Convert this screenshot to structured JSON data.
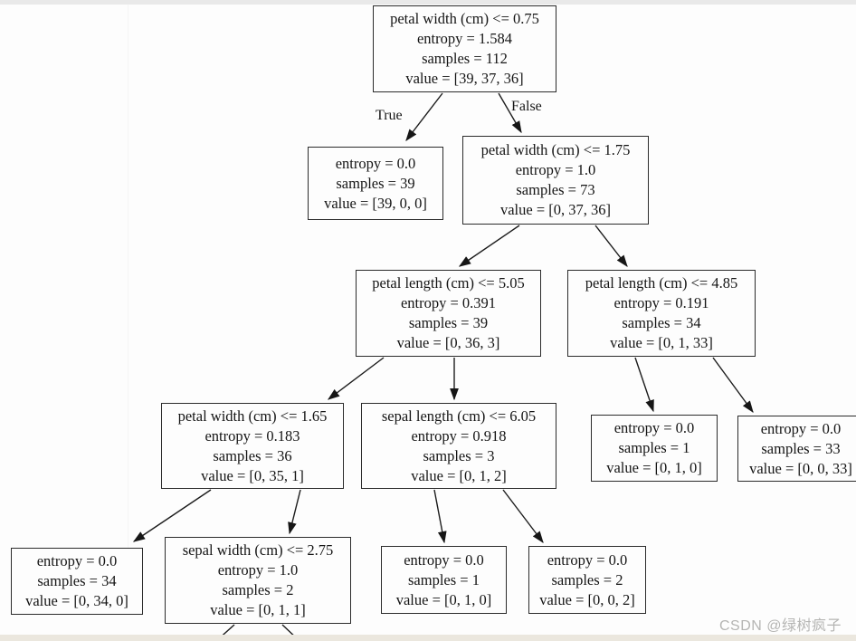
{
  "edge_labels": {
    "true_branch": "True",
    "false_branch": "False"
  },
  "watermark": "CSDN @绿树疯子",
  "nodes": [
    {
      "id": "root",
      "lines": [
        "petal width (cm) <= 0.75",
        "entropy = 1.584",
        "samples = 112",
        "value = [39, 37, 36]"
      ]
    },
    {
      "id": "leaf-setosa",
      "lines": [
        "entropy = 0.0",
        "samples = 39",
        "value = [39, 0, 0]"
      ]
    },
    {
      "id": "pw-1-75",
      "lines": [
        "petal width (cm) <= 1.75",
        "entropy = 1.0",
        "samples = 73",
        "value = [0, 37, 36]"
      ]
    },
    {
      "id": "pl-5-05",
      "lines": [
        "petal length (cm) <= 5.05",
        "entropy = 0.391",
        "samples = 39",
        "value = [0, 36, 3]"
      ]
    },
    {
      "id": "pl-4-85",
      "lines": [
        "petal length (cm) <= 4.85",
        "entropy = 0.191",
        "samples = 34",
        "value = [0, 1, 33]"
      ]
    },
    {
      "id": "pw-1-65",
      "lines": [
        "petal width (cm) <= 1.65",
        "entropy = 0.183",
        "samples = 36",
        "value = [0, 35, 1]"
      ]
    },
    {
      "id": "sl-6-05",
      "lines": [
        "sepal length (cm) <= 6.05",
        "entropy = 0.918",
        "samples = 3",
        "value = [0, 1, 2]"
      ]
    },
    {
      "id": "leaf-0-1-0a",
      "lines": [
        "entropy = 0.0",
        "samples = 1",
        "value = [0, 1, 0]"
      ]
    },
    {
      "id": "leaf-0-0-33",
      "lines": [
        "entropy = 0.0",
        "samples = 33",
        "value = [0, 0, 33]"
      ]
    },
    {
      "id": "leaf-0-34-0",
      "lines": [
        "entropy = 0.0",
        "samples = 34",
        "value = [0, 34, 0]"
      ]
    },
    {
      "id": "sw-2-75",
      "lines": [
        "sepal width (cm) <= 2.75",
        "entropy = 1.0",
        "samples = 2",
        "value = [0, 1, 1]"
      ]
    },
    {
      "id": "leaf-0-1-0b",
      "lines": [
        "entropy = 0.0",
        "samples = 1",
        "value = [0, 1, 0]"
      ]
    },
    {
      "id": "leaf-0-0-2",
      "lines": [
        "entropy = 0.0",
        "samples = 2",
        "value = [0, 0, 2]"
      ]
    }
  ]
}
